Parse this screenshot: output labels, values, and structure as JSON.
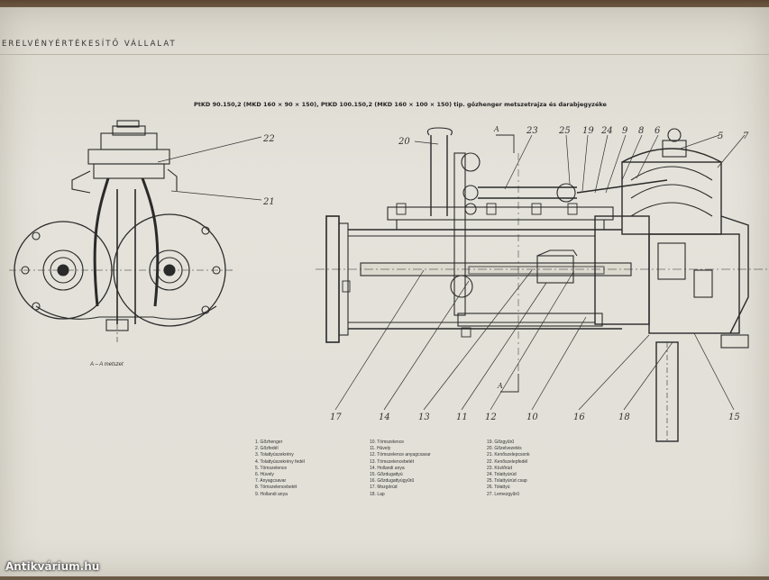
{
  "header": {
    "company": "ERELVÉNYÉRTÉKESÍTŐ VÁLLALAT"
  },
  "title": "PtKD 90.150,2 (MKD 160 × 90 × 150), PtKD 100.150,2 (MKD 160 × 100 × 150) tip. gőzhenger metszetrajza és darabjegyzéke",
  "section_label": "A – A metszet",
  "callouts": {
    "c22": "22",
    "c21": "21",
    "c20": "20",
    "c23": "23",
    "c25": "25",
    "c19": "19",
    "c24": "24",
    "c9": "9",
    "c8": "8",
    "c6": "6",
    "c5": "5",
    "c7": "7",
    "c17": "17",
    "c14": "14",
    "c13": "13",
    "c11": "11",
    "c12": "12",
    "c10": "10",
    "c16": "16",
    "c18": "18",
    "c15": "15",
    "cA1": "A",
    "cA2": "A"
  },
  "legend": {
    "col1": [
      "1. Gőzhenger",
      "2. Gőzfedél",
      "3. Tolattyúszekrény",
      "4. Tolattyúszekrény fedél",
      "5. Tömszelence",
      "6. Hüvely",
      "7. Anyagcsavar",
      "8. Tömszelencebetét",
      "9. Hollandi anya"
    ],
    "col2": [
      "10. Tömszelence",
      "11. Hüvely",
      "12. Tömszelence anyagcsavar",
      "13. Tömszelencebetét",
      "14. Hollandi anya",
      "15. Gőzdugattyú",
      "16. Gőzdugattyúgyűrű",
      "17. Mozgórúd",
      "18. Lap"
    ],
    "col3": [
      "19. Gőzgyűrű",
      "20. Gőzelvezetés",
      "21. Kenőszelepcsonk",
      "22. Kenőszelepfedél",
      "23. Közlőrúd",
      "24. Tolattyúrúd",
      "25. Tolattyúrúd csap",
      "26. Tolattyú",
      "27. Lemezgyűrű"
    ]
  },
  "watermark": "Antikvárium.hu"
}
